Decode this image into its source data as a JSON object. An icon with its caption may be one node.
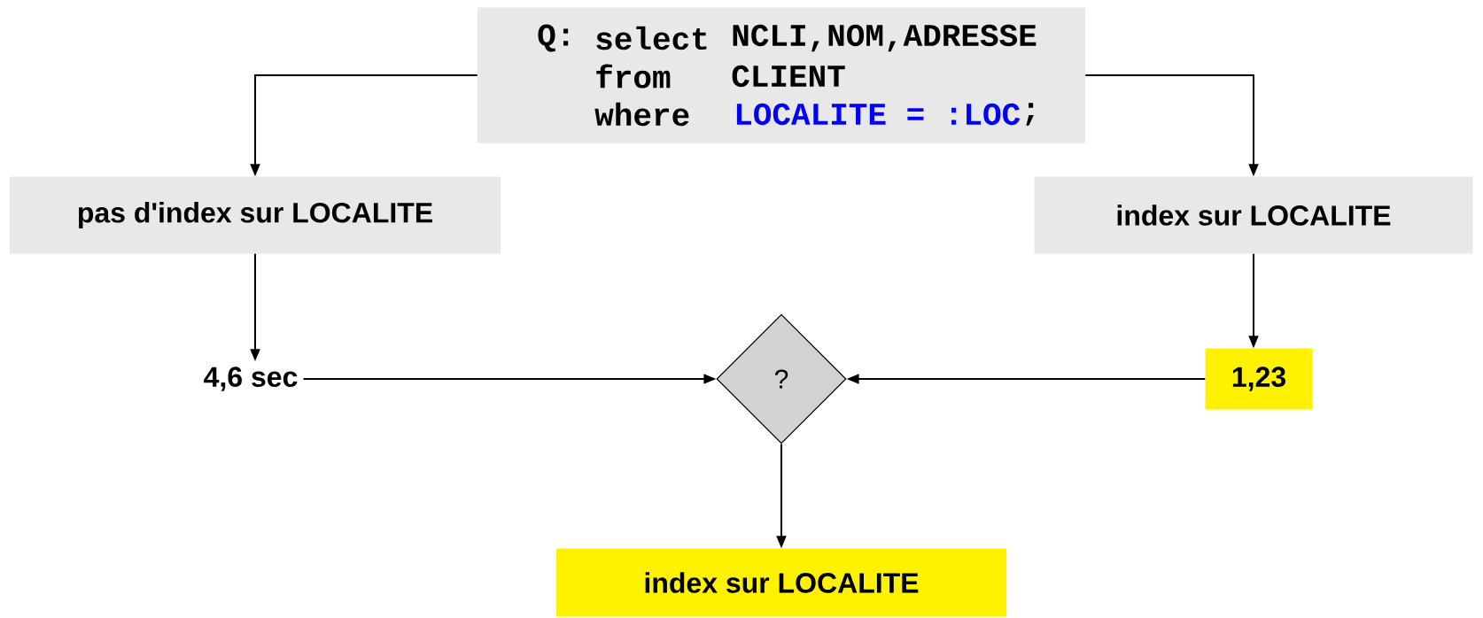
{
  "diagram": {
    "nodes": [
      {
        "text": [
          "Q:",
          "select",
          "NCLI,NOM,ADRESSE",
          "from",
          "CLIENT",
          "where",
          "LOCALITE = :LOC",
          ";"
        ]
      },
      {
        "text": [
          "pas d'index sur LOCALITE"
        ]
      },
      {
        "text": [
          "index sur LOCALITE"
        ]
      },
      {
        "text": [
          "4,6 sec"
        ]
      },
      {
        "text": [
          "1,23"
        ]
      },
      {
        "text": [
          "?"
        ]
      },
      {
        "text": [
          "index sur LOCALITE"
        ]
      }
    ],
    "edges": [
      {
        "from": 0,
        "to": 1,
        "arrow": "to"
      },
      {
        "from": 0,
        "to": 2,
        "arrow": "to"
      },
      {
        "from": 1,
        "to": 3,
        "arrow": "to"
      },
      {
        "from": 2,
        "to": 4,
        "arrow": "to"
      },
      {
        "from": 3,
        "to": 5,
        "arrow": "to"
      },
      {
        "from": 4,
        "to": 5,
        "arrow": "to"
      },
      {
        "from": 5,
        "to": 6,
        "arrow": "to"
      }
    ]
  }
}
